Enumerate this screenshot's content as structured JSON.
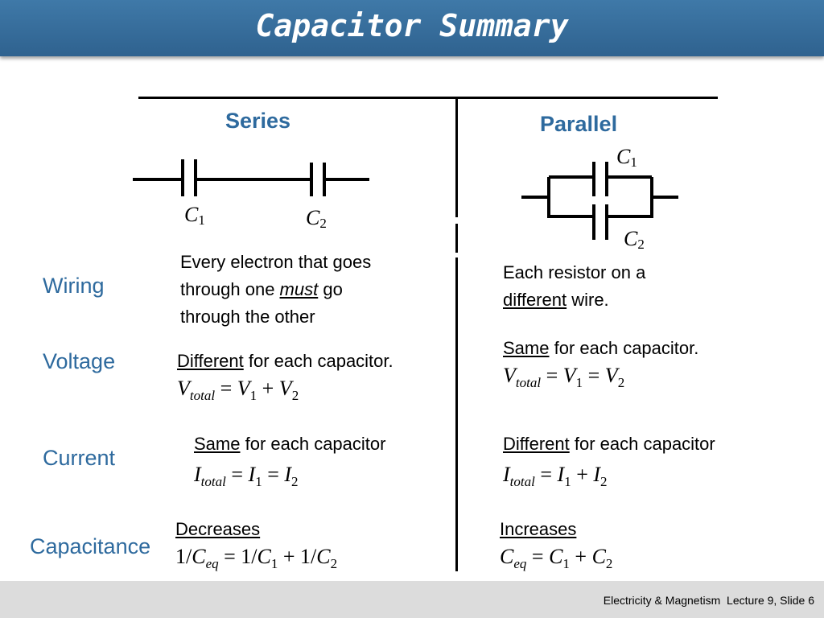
{
  "title": "Capacitor Summary",
  "columns": {
    "series": "Series",
    "parallel": "Parallel"
  },
  "circuit_labels": {
    "series_c1": "C",
    "series_c1_sub": "1",
    "series_c2": "C",
    "series_c2_sub": "2",
    "parallel_c1": "C",
    "parallel_c1_sub": "1",
    "parallel_c2": "C",
    "parallel_c2_sub": "2"
  },
  "rows": {
    "wiring": {
      "label": "Wiring",
      "series_line1": "Every electron that goes",
      "series_line2_pre": "through one ",
      "series_line2_em": "must",
      "series_line2_post": " go",
      "series_line3": "through the other",
      "parallel_line1": "Each resistor on a",
      "parallel_line2_u": "different",
      "parallel_line2_post": " wire."
    },
    "voltage": {
      "label": "Voltage",
      "series_u": "Different",
      "series_rest": " for each capacitor.",
      "series_eq": {
        "v": "V",
        "total": "total",
        "op1": " = ",
        "v1": "V",
        "s1": "1",
        "op2": " + ",
        "v2": "V",
        "s2": "2"
      },
      "parallel_u": "Same",
      "parallel_rest": " for each capacitor.",
      "parallel_eq": {
        "v": "V",
        "total": "total",
        "op1": " = ",
        "v1": "V",
        "s1": "1",
        "op2": " = ",
        "v2": "V",
        "s2": "2"
      }
    },
    "current": {
      "label": "Current",
      "series_u": "Same",
      "series_rest": " for each capacitor",
      "series_eq": {
        "v": "I",
        "total": "total",
        "op1": " = ",
        "v1": "I",
        "s1": "1",
        "op2": " = ",
        "v2": "I",
        "s2": "2"
      },
      "parallel_u": "Different",
      "parallel_rest": " for each capacitor",
      "parallel_eq": {
        "v": "I",
        "total": "total",
        "op1": " = ",
        "v1": "I",
        "s1": "1",
        "op2": " + ",
        "v2": "I",
        "s2": "2"
      }
    },
    "capacitance": {
      "label": "Capacitance",
      "series_u": "Decreases",
      "series_eq": {
        "pre": "1/",
        "c": "C",
        "eq": "eq",
        "op1": " = 1/",
        "c1": "C",
        "s1": "1",
        "op2": " + 1/",
        "c2": "C",
        "s2": "2"
      },
      "parallel_u": "Increases",
      "parallel_eq": {
        "c": "C",
        "eq": "eq",
        "op1": " = ",
        "c1": "C",
        "s1": "1",
        "op2": " + ",
        "c2": "C",
        "s2": "2"
      }
    }
  },
  "footer": "Electricity & Magnetism  Lecture 9, Slide 6"
}
